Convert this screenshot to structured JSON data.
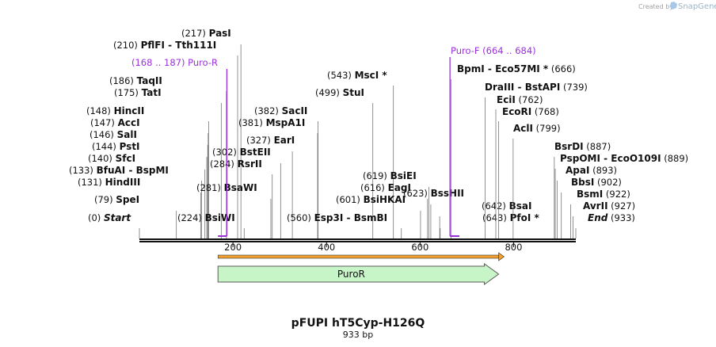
{
  "branding": {
    "created_by": "Created by",
    "product": "SnapGene"
  },
  "title": "pFUPI hT5Cyp-H126Q",
  "length_label": "933 bp",
  "sequence_length": 933,
  "sites": [
    {
      "pos_label": "(0)",
      "name": "Start",
      "italic": true,
      "position": 0
    },
    {
      "pos_label": "(79)",
      "name": "SpeI",
      "position": 79
    },
    {
      "pos_label": "(131)",
      "name": "HindIII",
      "position": 131
    },
    {
      "pos_label": "(133)",
      "name": "BfuAI",
      "name2": "BspMI",
      "position": 133
    },
    {
      "pos_label": "(140)",
      "name": "SfcI",
      "position": 140
    },
    {
      "pos_label": "(144)",
      "name": "PstI",
      "position": 144
    },
    {
      "pos_label": "(146)",
      "name": "SalI",
      "position": 146
    },
    {
      "pos_label": "(147)",
      "name": "AccI",
      "position": 147
    },
    {
      "pos_label": "(148)",
      "name": "HincII",
      "position": 148
    },
    {
      "pos_label": "(175)",
      "name": "TatI",
      "position": 175
    },
    {
      "pos_label": "(186)",
      "name": "TaqII",
      "position": 186
    },
    {
      "pos_label": "(210)",
      "name": "PflFI",
      "name2": "Tth111I",
      "position": 210
    },
    {
      "pos_label": "(217)",
      "name": "PasI",
      "position": 217
    },
    {
      "pos_label": "(224)",
      "name": "BsiWI",
      "position": 224
    },
    {
      "pos_label": "(281)",
      "name": "BsaWI",
      "position": 281
    },
    {
      "pos_label": "(284)",
      "name": "RsrII",
      "position": 284
    },
    {
      "pos_label": "(302)",
      "name": "BstEII",
      "position": 302
    },
    {
      "pos_label": "(327)",
      "name": "EarI",
      "position": 327
    },
    {
      "pos_label": "(381)",
      "name": "MspA1I",
      "position": 381
    },
    {
      "pos_label": "(382)",
      "name": "SacII",
      "position": 382
    },
    {
      "pos_label": "(499)",
      "name": "StuI",
      "position": 499
    },
    {
      "pos_label": "(543)",
      "name": "MscI",
      "star": true,
      "position": 543
    },
    {
      "pos_label": "(560)",
      "name": "Esp3I",
      "name2": "BsmBI",
      "position": 560
    },
    {
      "pos_label": "(601)",
      "name": "BsiHKAI",
      "position": 601
    },
    {
      "pos_label": "(616)",
      "name": "EagI",
      "position": 616
    },
    {
      "pos_label": "(619)",
      "name": "BsiEI",
      "position": 619
    },
    {
      "pos_label": "(623)",
      "name": "BssHII",
      "position": 623
    },
    {
      "pos_label": "(642)",
      "name": "BsaI",
      "position": 642
    },
    {
      "pos_label": "(643)",
      "name": "PfoI",
      "star": true,
      "position": 643
    },
    {
      "pos_label": "(666)",
      "name": "BpmI",
      "name2": "Eco57MI",
      "star2": true,
      "position": 666
    },
    {
      "pos_label": "(739)",
      "name": "DraIII",
      "name2": "BstAPI",
      "position": 739
    },
    {
      "pos_label": "(762)",
      "name": "EciI",
      "position": 762
    },
    {
      "pos_label": "(768)",
      "name": "EcoRI",
      "position": 768
    },
    {
      "pos_label": "(799)",
      "name": "AclI",
      "position": 799
    },
    {
      "pos_label": "(887)",
      "name": "BsrDI",
      "position": 887
    },
    {
      "pos_label": "(889)",
      "name": "PspOMI",
      "name2": "EcoO109I",
      "position": 889
    },
    {
      "pos_label": "(893)",
      "name": "ApaI",
      "position": 893
    },
    {
      "pos_label": "(902)",
      "name": "BbsI",
      "position": 902
    },
    {
      "pos_label": "(922)",
      "name": "BsmI",
      "position": 922
    },
    {
      "pos_label": "(927)",
      "name": "AvrII",
      "position": 927
    },
    {
      "pos_label": "(933)",
      "name": "End",
      "italic": true,
      "position": 933
    }
  ],
  "primers": [
    {
      "label": "(168 .. 187)  Puro-R",
      "start": 168,
      "end": 187,
      "direction": "reverse"
    },
    {
      "label": "Puro-F   (664 .. 684)",
      "start": 664,
      "end": 684,
      "direction": "forward"
    }
  ],
  "axis": {
    "ticks": [
      200,
      400,
      600,
      800
    ]
  },
  "features": [
    {
      "name": "PuroR",
      "start": 168,
      "end": 768,
      "direction": "forward",
      "color": "#c8f5c8"
    }
  ],
  "colors": {
    "primer": "#9b30d9",
    "orf": "#f0a030",
    "feature_fill": "#c8f5c8",
    "feature_stroke": "#5a5a5a"
  }
}
